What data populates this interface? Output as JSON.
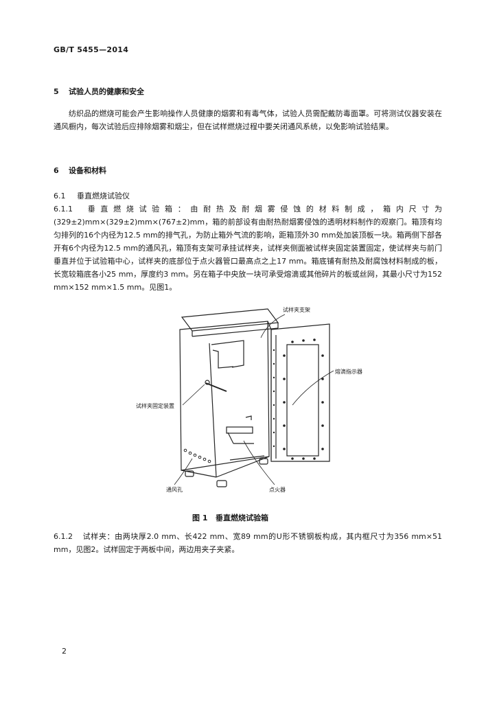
{
  "header": "GB/T 5455—2014",
  "s5": {
    "num": "5",
    "title": "试验人员的健康和安全",
    "body": "纺织品的燃烧可能会产生影响操作人员健康的烟雾和有毒气体，试验人员需配戴防毒面罩。可将测试仪器安装在通风橱内，每次试验后应排除烟雾和烟尘，但在试样燃烧过程中要关闭通风系统，以免影响试验结果。"
  },
  "s6": {
    "num": "6",
    "title": "设备和材料"
  },
  "s61": {
    "num": "6.1",
    "title": "垂直燃烧试验仪"
  },
  "s611": {
    "num": "6.1.1",
    "body": "垂直燃烧试验箱：由耐热及耐烟雾侵蚀的材料制成，箱内尺寸为(329±2)mm×(329±2)mm×(767±2)mm，箱的前部设有由耐热耐烟雾侵蚀的透明材料制作的观察门。箱顶有均匀排列的16个内径为12.5 mm的排气孔，为防止箱外气流的影响，距箱顶外30 mm处加装顶板一块。箱两侧下部各开有6个内径为12.5 mm的通风孔，箱顶有支架可承挂试样夹，试样夹侧面被试样夹固定装置固定，使试样夹与前门垂直并位于试验箱中心，试样夹的底部位于点火器管口最高点之上17 mm。箱底铺有耐热及耐腐蚀材料制成的板，长宽较箱底各小25 mm，厚度约3 mm。另在箱子中央放一块可承受熔滴或其他碎片的板或丝网，其最小尺寸为152 mm×152 mm×1.5 mm。见图1。"
  },
  "figure": {
    "labels": {
      "support": "试样夹支架",
      "drip": "熔滴指示器",
      "clamp_fix": "试样夹固定装置",
      "vent": "通风孔",
      "igniter": "点火器"
    },
    "caption_num": "图 1",
    "caption_title": "垂直燃烧试验箱"
  },
  "s612": {
    "num": "6.1.2",
    "body": "试样夹：由两块厚2.0 mm、长422 mm、宽89 mm的U形不锈钢板构成，其内框尺寸为356 mm×51 mm，见图2。试样固定于两板中间，两边用夹子夹紧。"
  },
  "page_number": "2"
}
